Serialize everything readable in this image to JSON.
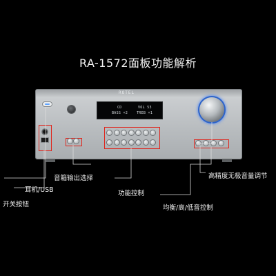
{
  "title": "RA-1572面板功能解析",
  "panel": {
    "brand": "ROTEL",
    "display_line1_left": "CD",
    "display_line1_right": "VOL 53",
    "display_line2_left": "BASS +2",
    "display_line2_right": "TREB +1"
  },
  "callouts": {
    "power": "开关按钮",
    "headphone_usb": "耳机/USB",
    "speaker_select": "音箱输出选择",
    "function": "功能控制",
    "tone": "均衡/高/低音控制",
    "volume": "高精度无极音量调节"
  },
  "colors": {
    "highlight": "#e0241b",
    "volume_glow": "#3a7cff",
    "background": "#000000"
  }
}
